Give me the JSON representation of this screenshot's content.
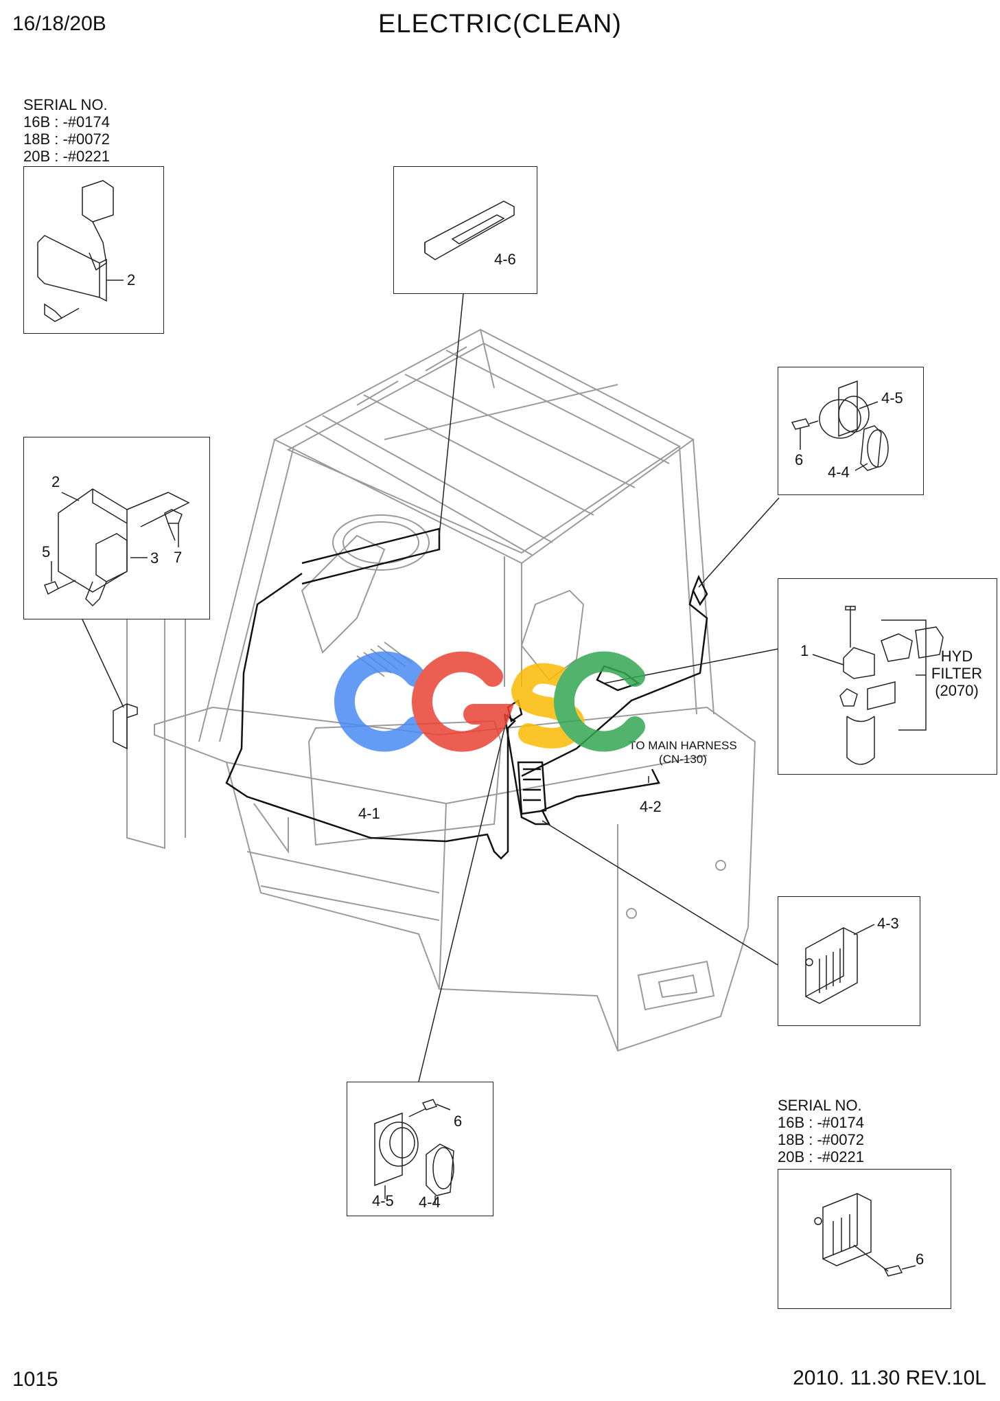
{
  "header": {
    "model": "16/18/20B",
    "title": "ELECTRIC(CLEAN)"
  },
  "footer": {
    "page_number": "1015",
    "revision": "2010. 11.30  REV.10L"
  },
  "serial_notes": {
    "top_left": [
      "SERIAL NO.",
      "16B : -#0174",
      "18B : -#0072",
      "20B : -#0221"
    ],
    "bottom_right": [
      "SERIAL NO.",
      "16B : -#0174",
      "18B : -#0072",
      "20B : -#0221"
    ]
  },
  "callouts": {
    "box1_item": "2",
    "box2_items": [
      "2",
      "3",
      "5",
      "7"
    ],
    "box3_item": "4-6",
    "box4_items": [
      "4-5",
      "6",
      "4-4"
    ],
    "box5_item": "1",
    "hyd_filter": [
      "HYD",
      "FILTER",
      "(2070)"
    ],
    "box6_item": "4-3",
    "box7_items": [
      "6",
      "4-5",
      "4-4"
    ],
    "box8_item": "6",
    "harness_note": [
      "TO MAIN HARNESS",
      "(CN-130)"
    ],
    "wire_labels": [
      "4-1",
      "4-2"
    ]
  },
  "watermark": {
    "letters": [
      "C",
      "G",
      "S",
      "C"
    ],
    "colors": [
      "#4a8af4",
      "#ea4335",
      "#fbbc05",
      "#34a853"
    ]
  }
}
